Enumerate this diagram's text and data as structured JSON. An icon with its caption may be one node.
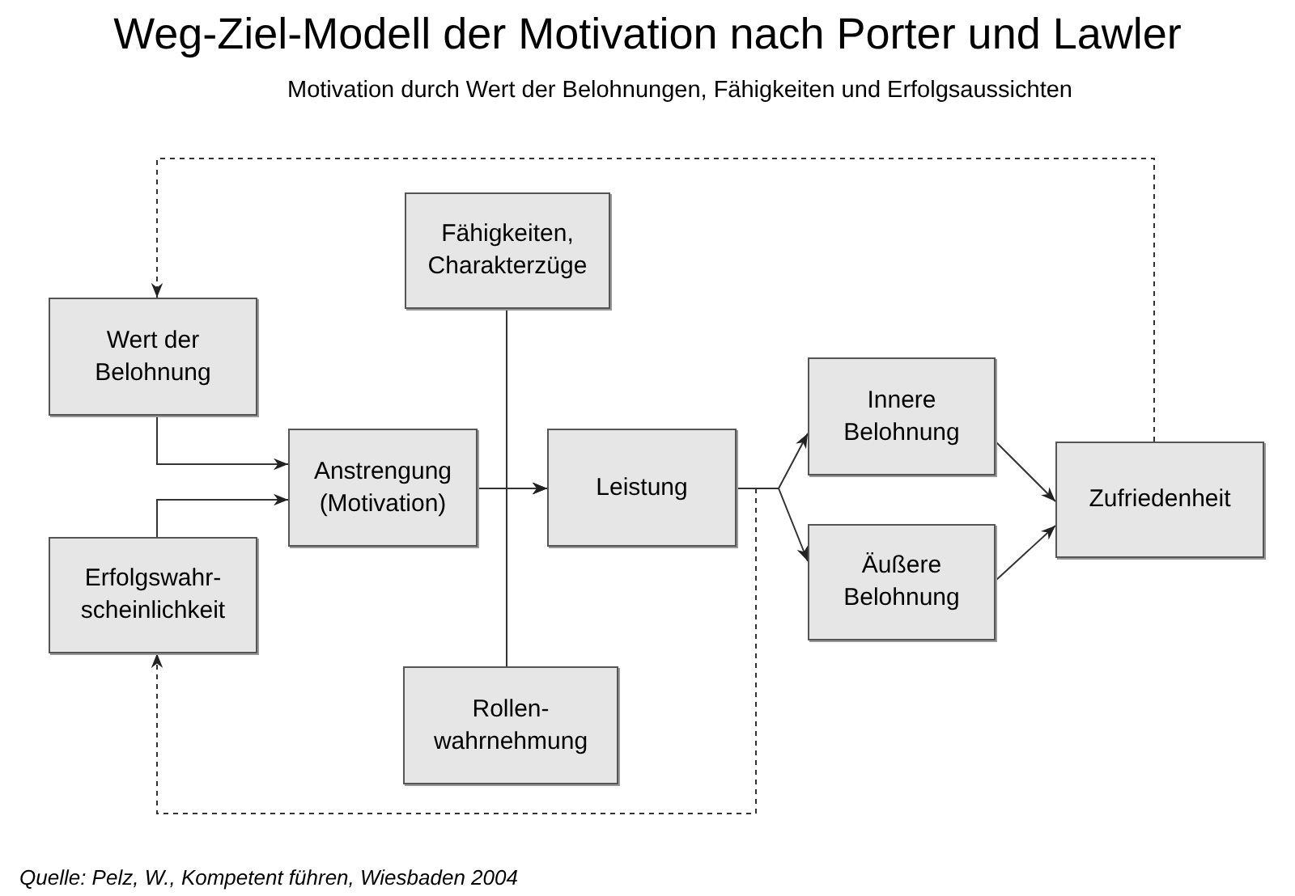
{
  "diagram": {
    "title": "Weg-Ziel-Modell der Motivation nach Porter und Lawler",
    "caption": "Quelle: Pelz, W., Kompetent führen, Wiesbaden 2004",
    "labels": [
      "Motivation durch Wert der Belohnungen, Fähigkeiten und Erfolgsaussichten"
    ],
    "nodes": [
      {
        "text": [
          "Wert der Belohnung"
        ]
      },
      {
        "text": [
          "Erfolgswahr-scheinlichkeit"
        ]
      },
      {
        "text": [
          "Anstrengung (Motivation)"
        ]
      },
      {
        "text": [
          "Fähigkeiten, Charakterzüge"
        ]
      },
      {
        "text": [
          "Rollen-wahrnehmung"
        ]
      },
      {
        "text": [
          "Leistung"
        ]
      },
      {
        "text": [
          "Innere Belohnung"
        ]
      },
      {
        "text": [
          "Äußere Belohnung"
        ]
      },
      {
        "text": [
          "Zufriedenheit"
        ]
      }
    ],
    "edges": [
      {
        "from": 0,
        "to": 2,
        "arrow": "to"
      },
      {
        "from": 1,
        "to": 2,
        "arrow": "to"
      },
      {
        "from": 2,
        "to": 5,
        "arrow": "to"
      },
      {
        "from": 3,
        "to": 5,
        "arrow": "to"
      },
      {
        "from": 4,
        "to": 5,
        "arrow": "to"
      },
      {
        "from": 5,
        "to": 6,
        "arrow": "to"
      },
      {
        "from": 5,
        "to": 7,
        "arrow": "to"
      },
      {
        "from": 6,
        "to": 8,
        "arrow": "to"
      },
      {
        "from": 7,
        "to": 8,
        "arrow": "to"
      },
      {
        "from": 8,
        "to": 0,
        "arrow": "to",
        "style": "dashed"
      },
      {
        "from": 5,
        "to": 1,
        "arrow": "to",
        "style": "dashed"
      }
    ]
  }
}
